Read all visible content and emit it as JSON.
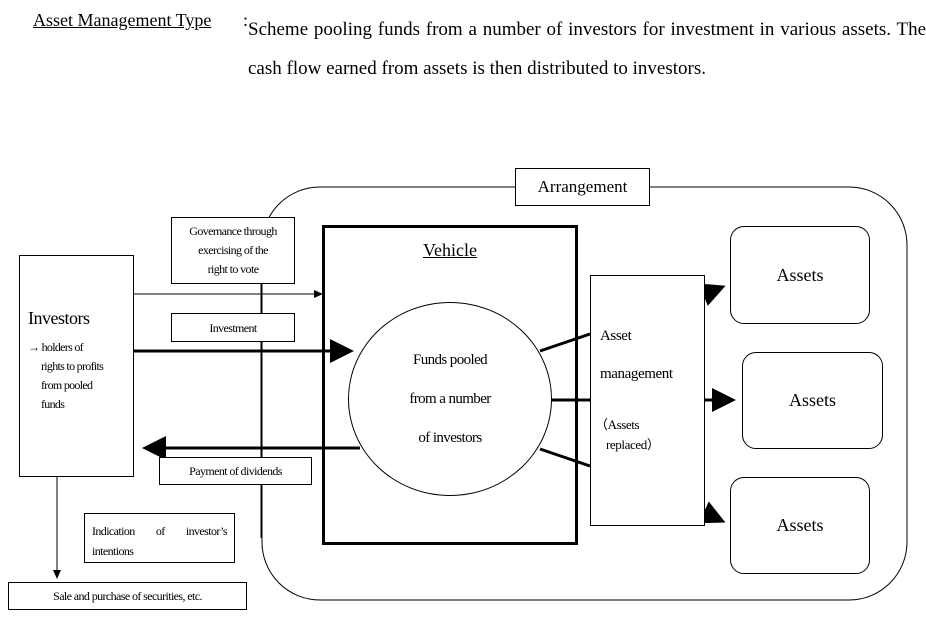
{
  "header": {
    "term": "Asset Management Type",
    "separator": ":",
    "definition": "Scheme pooling funds from a number of investors for investment in various assets. The cash flow earned from assets is then distributed to investors."
  },
  "diagram": {
    "arrangement_label": "Arrangement",
    "vehicle_label": "Vehicle",
    "funds_line1": "Funds pooled",
    "funds_line2": "from a number",
    "funds_line3": "of investors",
    "investors_title": "Investors",
    "investors_arrow": "→",
    "investors_desc_line1": "holders of",
    "investors_desc_line2": "rights to profits",
    "investors_desc_line3": "from pooled",
    "investors_desc_line4": "funds",
    "governance_line1": "Governance through",
    "governance_line2": "exercising of the",
    "governance_line3": "right to vote",
    "investment_label": "Investment",
    "payment_label": "Payment of dividends",
    "indication_line1": "Indication of investor’s",
    "indication_line2": "intentions",
    "sale_label": "Sale and purchase of securities, etc.",
    "asset_mgmt_line1": "Asset",
    "asset_mgmt_line2": "management",
    "asset_mgmt_line3": "（Assets",
    "asset_mgmt_line4": "replaced）",
    "assets": [
      "Assets",
      "Assets",
      "Assets"
    ]
  }
}
